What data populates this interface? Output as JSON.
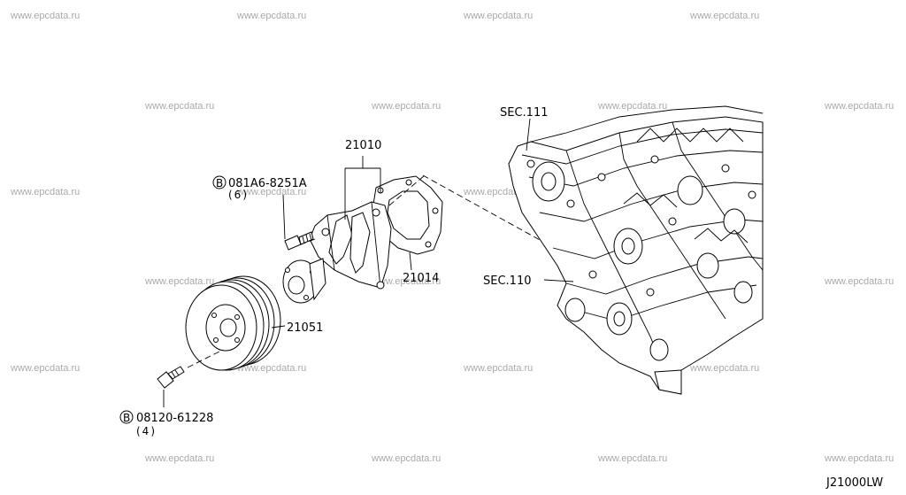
{
  "watermark_text": "www.epcdata.ru",
  "parts": {
    "water_pump": "21010",
    "gasket": "21014",
    "pulley": "21051"
  },
  "bolts": [
    {
      "marker": "B",
      "code": "081A6-8251A",
      "qty": "(6)"
    },
    {
      "marker": "B",
      "code": "08120-61228",
      "qty": "(4)"
    }
  ],
  "sections": {
    "upper": "SEC.111",
    "lower": "SEC.110"
  },
  "diagram_code": "J21000LW"
}
